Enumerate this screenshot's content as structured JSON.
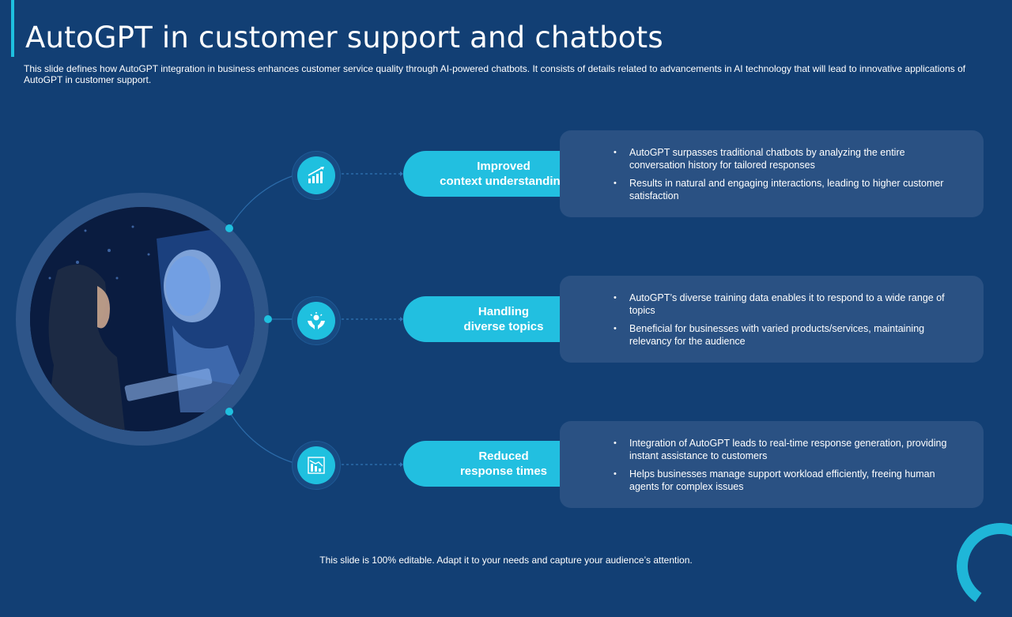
{
  "slide": {
    "title": "AutoGPT in customer support and chatbots",
    "subtitle": "This slide defines how AutoGPT integration in business enhances customer service quality through AI-powered chatbots. It consists of details related to advancements in AI technology that will lead to innovative applications of AutoGPT in customer support.",
    "footer": "This slide is 100% editable. Adapt it to your needs and capture your audience’s attention."
  },
  "colors": {
    "background": "#123f74",
    "accent": "#22bfe0",
    "panel": "#2a5183"
  },
  "items": [
    {
      "icon": "growth-chart-icon",
      "label_line1": "Improved",
      "label_line2": "context understanding",
      "bullets": [
        "AutoGPT surpasses traditional chatbots by analyzing the entire conversation history for tailored responses",
        "Results in natural and engaging interactions, leading to higher customer satisfaction"
      ]
    },
    {
      "icon": "hands-holding-icon",
      "label_line1": "Handling",
      "label_line2": "diverse topics",
      "bullets": [
        "AutoGPT’s diverse training data enables it to respond to a wide range of topics",
        "Beneficial for businesses with varied products/services, maintaining relevancy for the audience"
      ]
    },
    {
      "icon": "declining-chart-icon",
      "label_line1": "Reduced",
      "label_line2": "response times",
      "bullets": [
        "Integration of AutoGPT leads to real-time response generation, providing instant assistance to customers",
        "Helps businesses manage support workload efficiently, freeing human agents for complex issues"
      ]
    }
  ]
}
